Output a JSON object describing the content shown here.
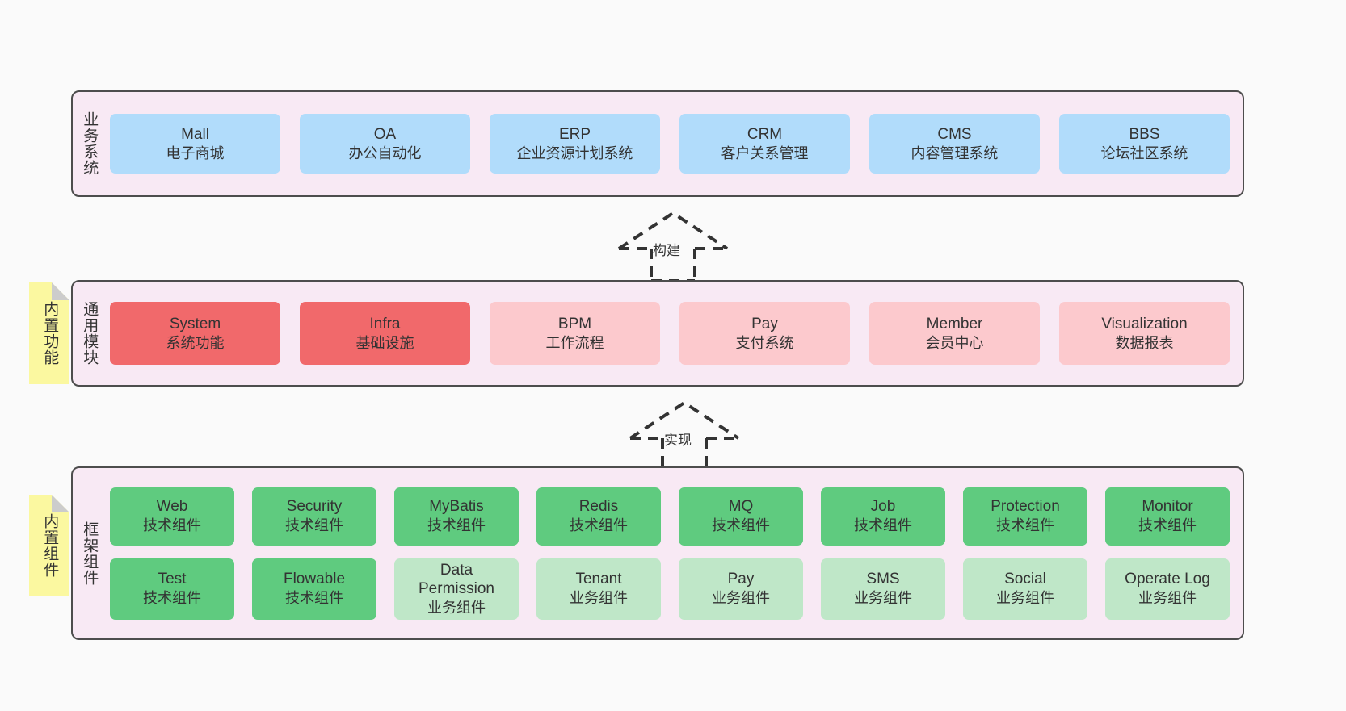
{
  "diagram": {
    "background": "#fafafa",
    "colors": {
      "layer_bg": "#f8e9f4",
      "layer_border": "#4d4d4d",
      "business": "#b1dcfb",
      "module_strong": "#f1696b",
      "module_light": "#fcc9cd",
      "tech_component": "#5fcb7f",
      "biz_component": "#bfe7c8",
      "note": "#fbf8a0",
      "note_fold": "#cccccc"
    }
  },
  "layers": [
    {
      "id": "business-system",
      "title": "业务系统",
      "note": null,
      "rows": [
        {
          "style": "n-blue",
          "nodes": [
            {
              "en": "Mall",
              "cn": "电子商城"
            },
            {
              "en": "OA",
              "cn": "办公自动化"
            },
            {
              "en": "ERP",
              "cn": "企业资源计划系统"
            },
            {
              "en": "CRM",
              "cn": "客户关系管理"
            },
            {
              "en": "CMS",
              "cn": "内容管理系统"
            },
            {
              "en": "BBS",
              "cn": "论坛社区系统"
            }
          ]
        }
      ]
    },
    {
      "id": "common-module",
      "title": "通用模块",
      "note": "内置功能",
      "rows": [
        {
          "style": "mixed",
          "nodes": [
            {
              "en": "System",
              "cn": "系统功能",
              "style": "n-red-strong"
            },
            {
              "en": "Infra",
              "cn": "基础设施",
              "style": "n-red-strong"
            },
            {
              "en": "BPM",
              "cn": "工作流程",
              "style": "n-red-light"
            },
            {
              "en": "Pay",
              "cn": "支付系统",
              "style": "n-red-light"
            },
            {
              "en": "Member",
              "cn": "会员中心",
              "style": "n-red-light"
            },
            {
              "en": "Visualization",
              "cn": "数据报表",
              "style": "n-red-light"
            }
          ]
        }
      ]
    },
    {
      "id": "framework-component",
      "title": "框架组件",
      "note": "内置组件",
      "rows": [
        {
          "style": "n-green-strong",
          "nodes": [
            {
              "en": "Web",
              "cn": "技术组件"
            },
            {
              "en": "Security",
              "cn": "技术组件"
            },
            {
              "en": "MyBatis",
              "cn": "技术组件"
            },
            {
              "en": "Redis",
              "cn": "技术组件"
            },
            {
              "en": "MQ",
              "cn": "技术组件"
            },
            {
              "en": "Job",
              "cn": "技术组件"
            },
            {
              "en": "Protection",
              "cn": "技术组件"
            },
            {
              "en": "Monitor",
              "cn": "技术组件"
            }
          ]
        },
        {
          "style": "mixed",
          "nodes": [
            {
              "en": "Test",
              "cn": "技术组件",
              "style": "n-green-strong"
            },
            {
              "en": "Flowable",
              "cn": "技术组件",
              "style": "n-green-strong"
            },
            {
              "en": "Data Permission",
              "cn": "业务组件",
              "style": "n-green-light"
            },
            {
              "en": "Tenant",
              "cn": "业务组件",
              "style": "n-green-light"
            },
            {
              "en": "Pay",
              "cn": "业务组件",
              "style": "n-green-light"
            },
            {
              "en": "SMS",
              "cn": "业务组件",
              "style": "n-green-light"
            },
            {
              "en": "Social",
              "cn": "业务组件",
              "style": "n-green-light"
            },
            {
              "en": "Operate Log",
              "cn": "业务组件",
              "style": "n-green-light"
            }
          ]
        }
      ]
    }
  ],
  "connectors": [
    {
      "id": "build",
      "label": "构建",
      "direction": "up",
      "style": "dashed"
    },
    {
      "id": "implement",
      "label": "实现",
      "direction": "up",
      "style": "dashed"
    }
  ]
}
